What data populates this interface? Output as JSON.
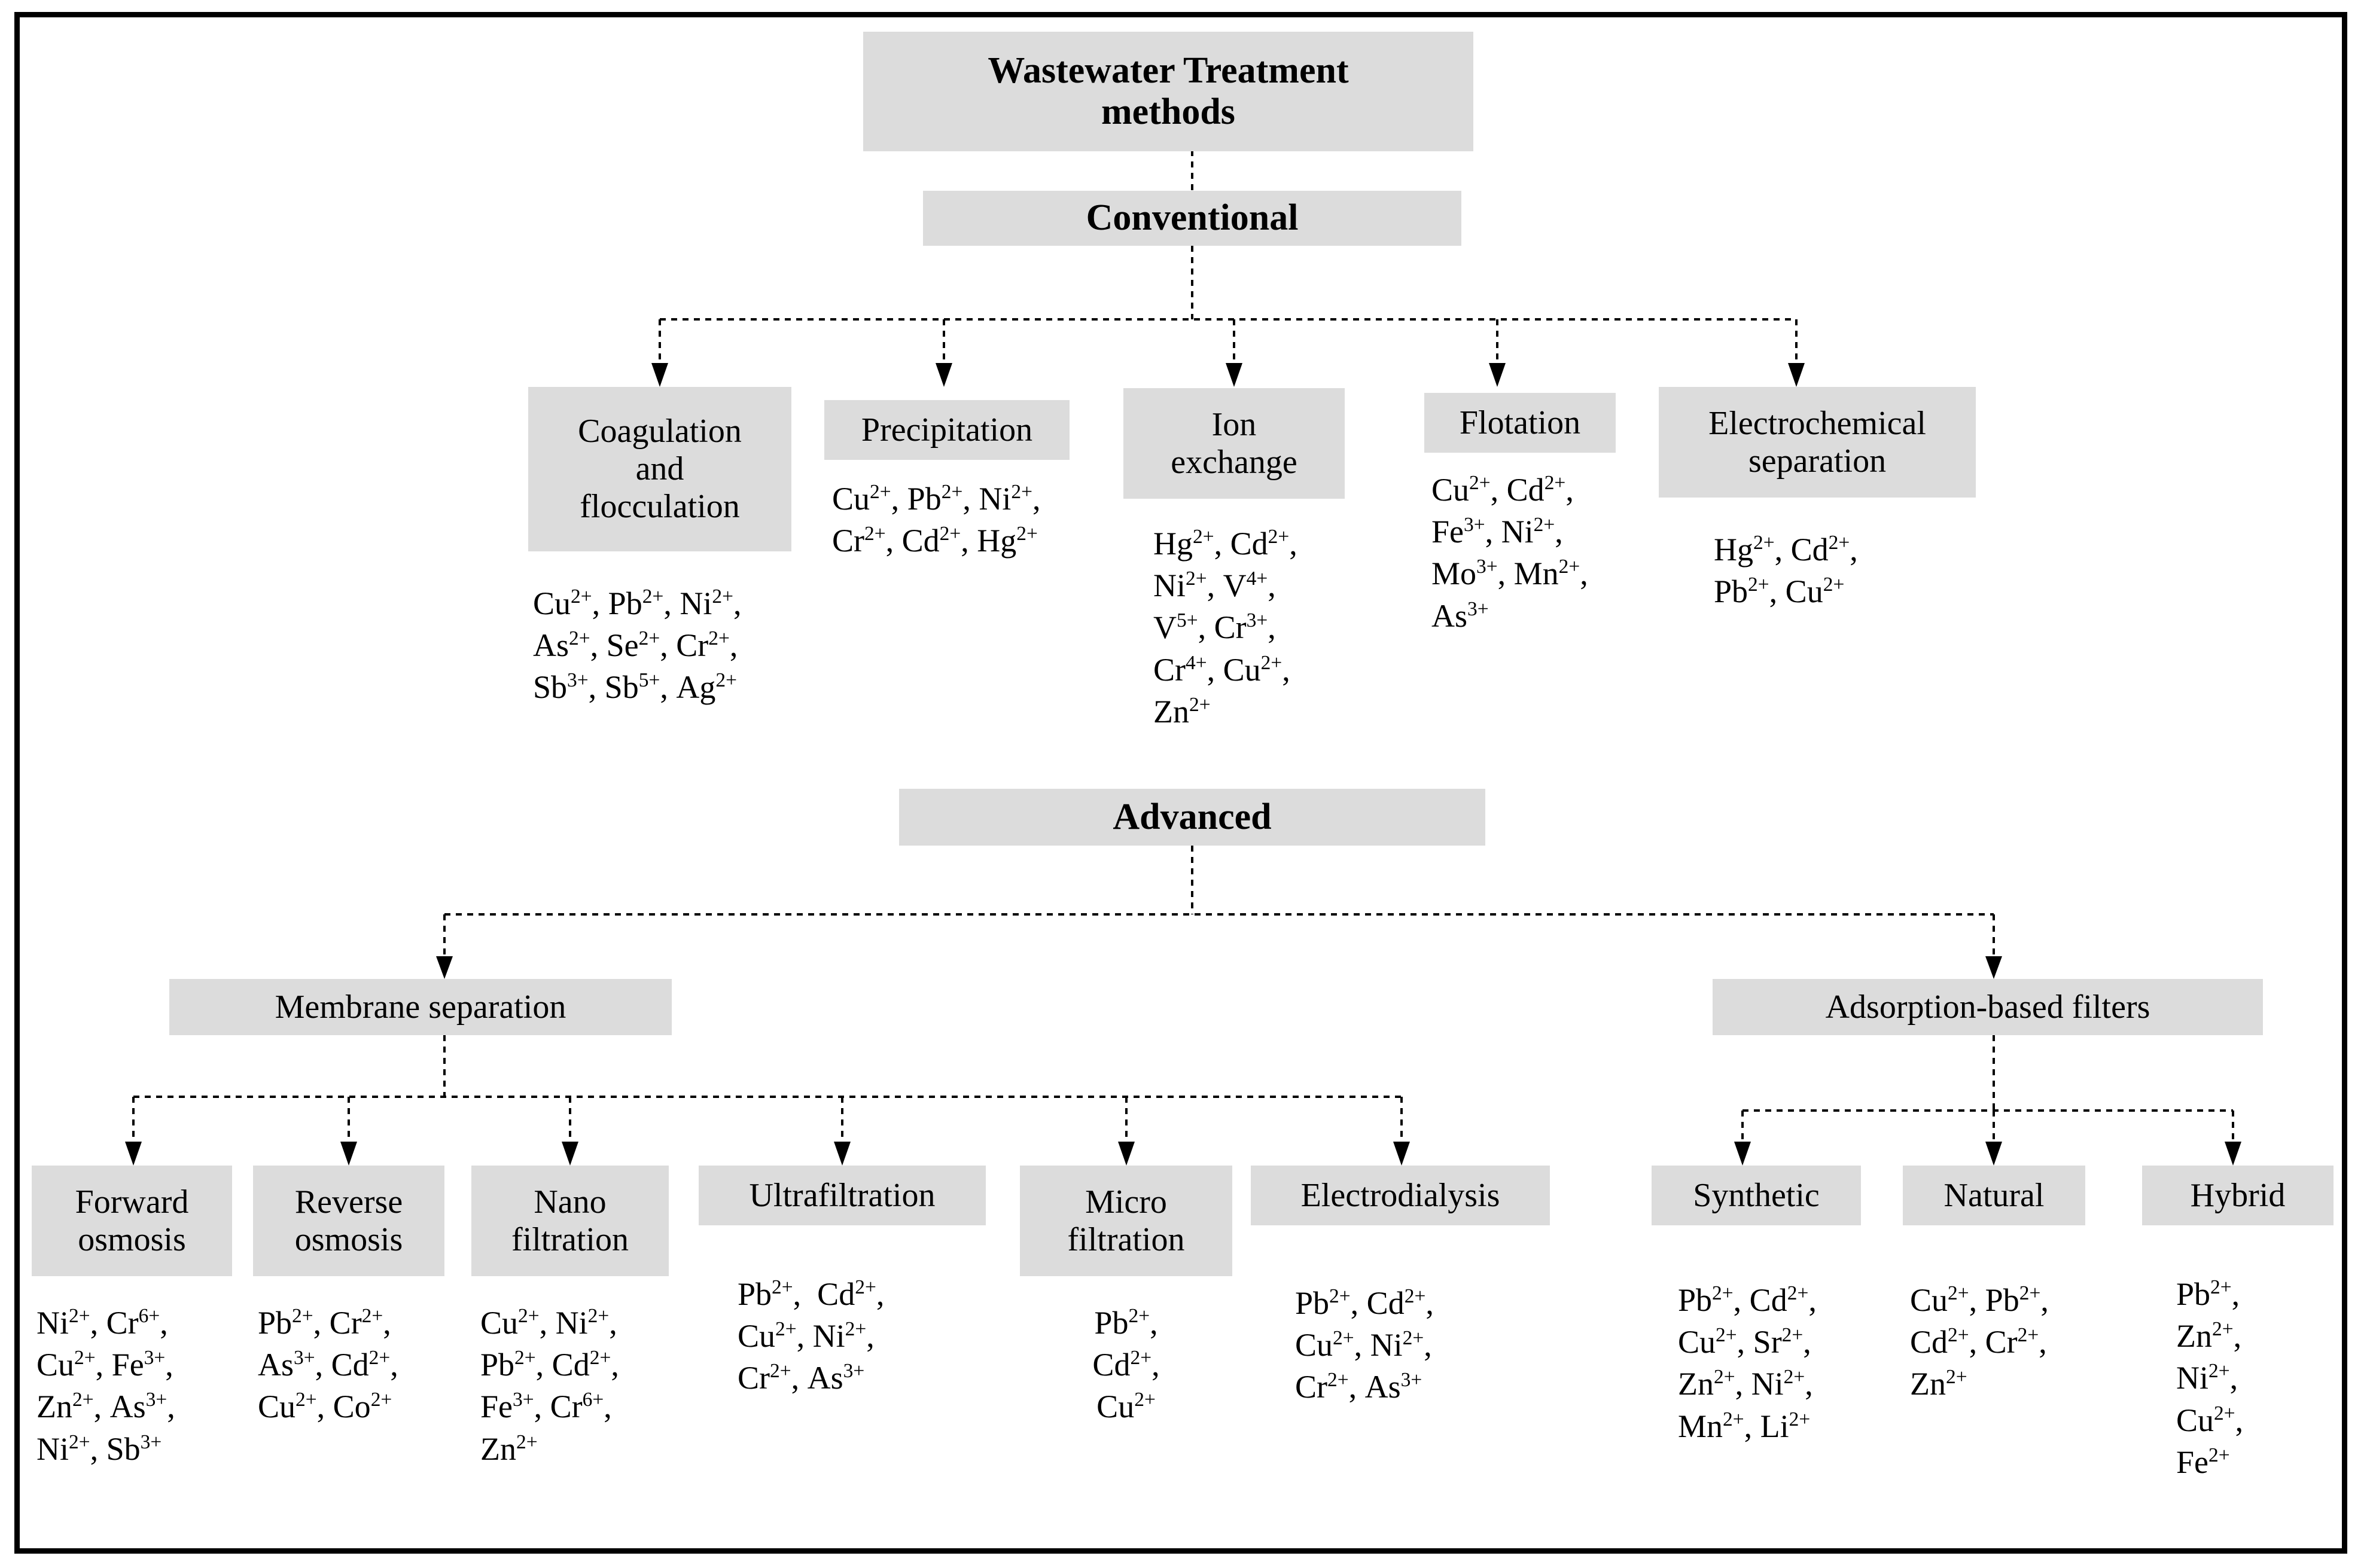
{
  "diagram": {
    "title": "Wastewater Treatment methods",
    "root": {
      "label_line1": "Wastewater Treatment",
      "label_line2": "methods"
    },
    "branches": [
      {
        "label": "Conventional"
      },
      {
        "label": "Advanced"
      }
    ],
    "mid_nodes": [
      {
        "label": "Membrane separation"
      },
      {
        "label": "Adsorption-based filters"
      }
    ],
    "conventional_methods": [
      {
        "label_line1": "Coagulation",
        "label_line2": "and",
        "label_line3": "flocculation",
        "ions": [
          "Cu2+, Pb2+, Ni2+,",
          "As2+, Se2+, Cr2+,",
          "Sb3+, Sb5+, Ag2+"
        ]
      },
      {
        "label_line1": "Precipitation",
        "label_line2": "",
        "label_line3": "",
        "ions": [
          "Cu2+, Pb2+, Ni2+,",
          "Cr2+, Cd2+, Hg2+"
        ]
      },
      {
        "label_line1": "Ion",
        "label_line2": "exchange",
        "label_line3": "",
        "ions": [
          "Hg2+, Cd2+,",
          "Ni2+, V4+,",
          "V5+, Cr3+,",
          "Cr4+, Cu2+,",
          "Zn2+"
        ]
      },
      {
        "label_line1": "Flotation",
        "label_line2": "",
        "label_line3": "",
        "ions": [
          "Cu2+, Cd2+,",
          "Fe3+, Ni2+,",
          "Mo3+, Mn2+,",
          "As3+"
        ]
      },
      {
        "label_line1": "Electrochemical",
        "label_line2": "separation",
        "label_line3": "",
        "ions": [
          "Hg2+, Cd2+,",
          "Pb2+, Cu2+"
        ]
      }
    ],
    "membrane_methods": [
      {
        "label_line1": "Forward",
        "label_line2": "osmosis",
        "ions": [
          "Ni2+, Cr6+,",
          "Cu2+, Fe3+,",
          "Zn2+, As3+,",
          "Ni2+, Sb3+"
        ]
      },
      {
        "label_line1": "Reverse",
        "label_line2": "osmosis",
        "ions": [
          "Pb2+, Cr2+,",
          "As3+, Cd2+,",
          "Cu2+, Co2+"
        ]
      },
      {
        "label_line1": "Nano",
        "label_line2": "filtration",
        "ions": [
          "Cu2+, Ni2+,",
          "Pb2+, Cd2+,",
          "Fe3+, Cr6+,",
          "Zn2+"
        ]
      },
      {
        "label_line1": "Ultrafiltration",
        "label_line2": "",
        "ions": [
          "Pb2+,  Cd2+,",
          "Cu2+, Ni2+,",
          "Cr2+, As3+"
        ]
      },
      {
        "label_line1": "Micro",
        "label_line2": "filtration",
        "ions": [
          "Pb2+,",
          "Cd2+,",
          "Cu2+"
        ]
      },
      {
        "label_line1": "Electrodialysis",
        "label_line2": "",
        "ions": [
          "Pb2+, Cd2+,",
          "Cu2+, Ni2+,",
          "Cr2+, As3+"
        ]
      }
    ],
    "adsorption_methods": [
      {
        "label_line1": "Synthetic",
        "label_line2": "",
        "ions": [
          "Pb2+, Cd2+,",
          "Cu2+, Sr2+,",
          "Zn2+, Ni2+,",
          "Mn2+, Li2+"
        ]
      },
      {
        "label_line1": "Natural",
        "label_line2": "",
        "ions": [
          "Cu2+, Pb2+,",
          "Cd2+, Cr2+,",
          "Zn2+"
        ]
      },
      {
        "label_line1": "Hybrid",
        "label_line2": "",
        "ions": [
          "Pb2+,",
          "Zn2+,",
          "Ni2+,",
          "Cu2+,",
          "Fe2+"
        ]
      }
    ],
    "colors": {
      "box_fill": "#dcdcdc",
      "border": "#000000",
      "text": "#000000"
    }
  }
}
